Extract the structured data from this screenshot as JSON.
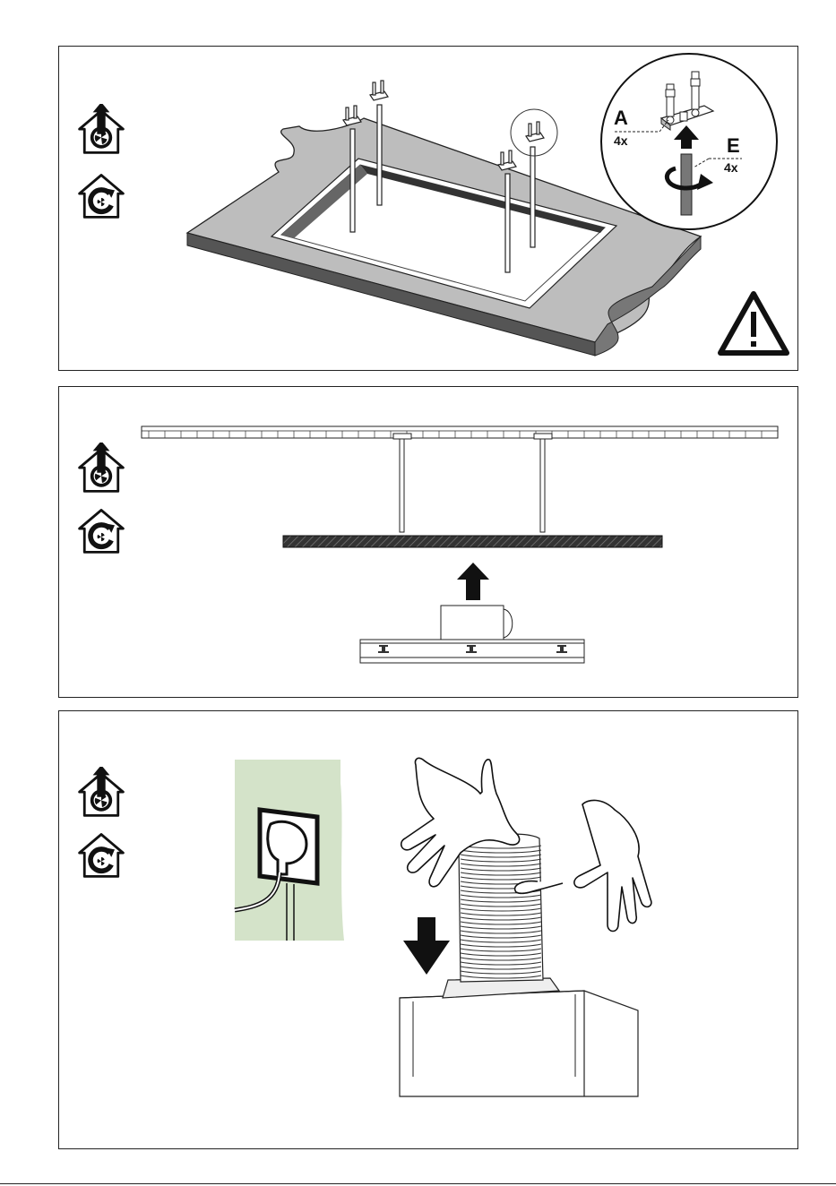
{
  "panel1": {
    "callout": {
      "part_a": {
        "letter": "A",
        "qty": "4x"
      },
      "part_e": {
        "letter": "E",
        "qty": "4x"
      }
    },
    "icons": [
      "ducted-mode-icon",
      "recirculation-mode-icon"
    ],
    "warning": "warning-triangle-icon"
  },
  "panel2": {
    "icons": [
      "ducted-mode-icon",
      "recirculation-mode-icon"
    ],
    "arrow": "arrow-up-icon"
  },
  "panel3": {
    "icons": [
      "ducted-mode-icon",
      "recirculation-mode-icon"
    ],
    "arrow": "arrow-down-icon",
    "colors": {
      "wall": "#d4e3c9",
      "metal": "#eeeeee"
    }
  }
}
